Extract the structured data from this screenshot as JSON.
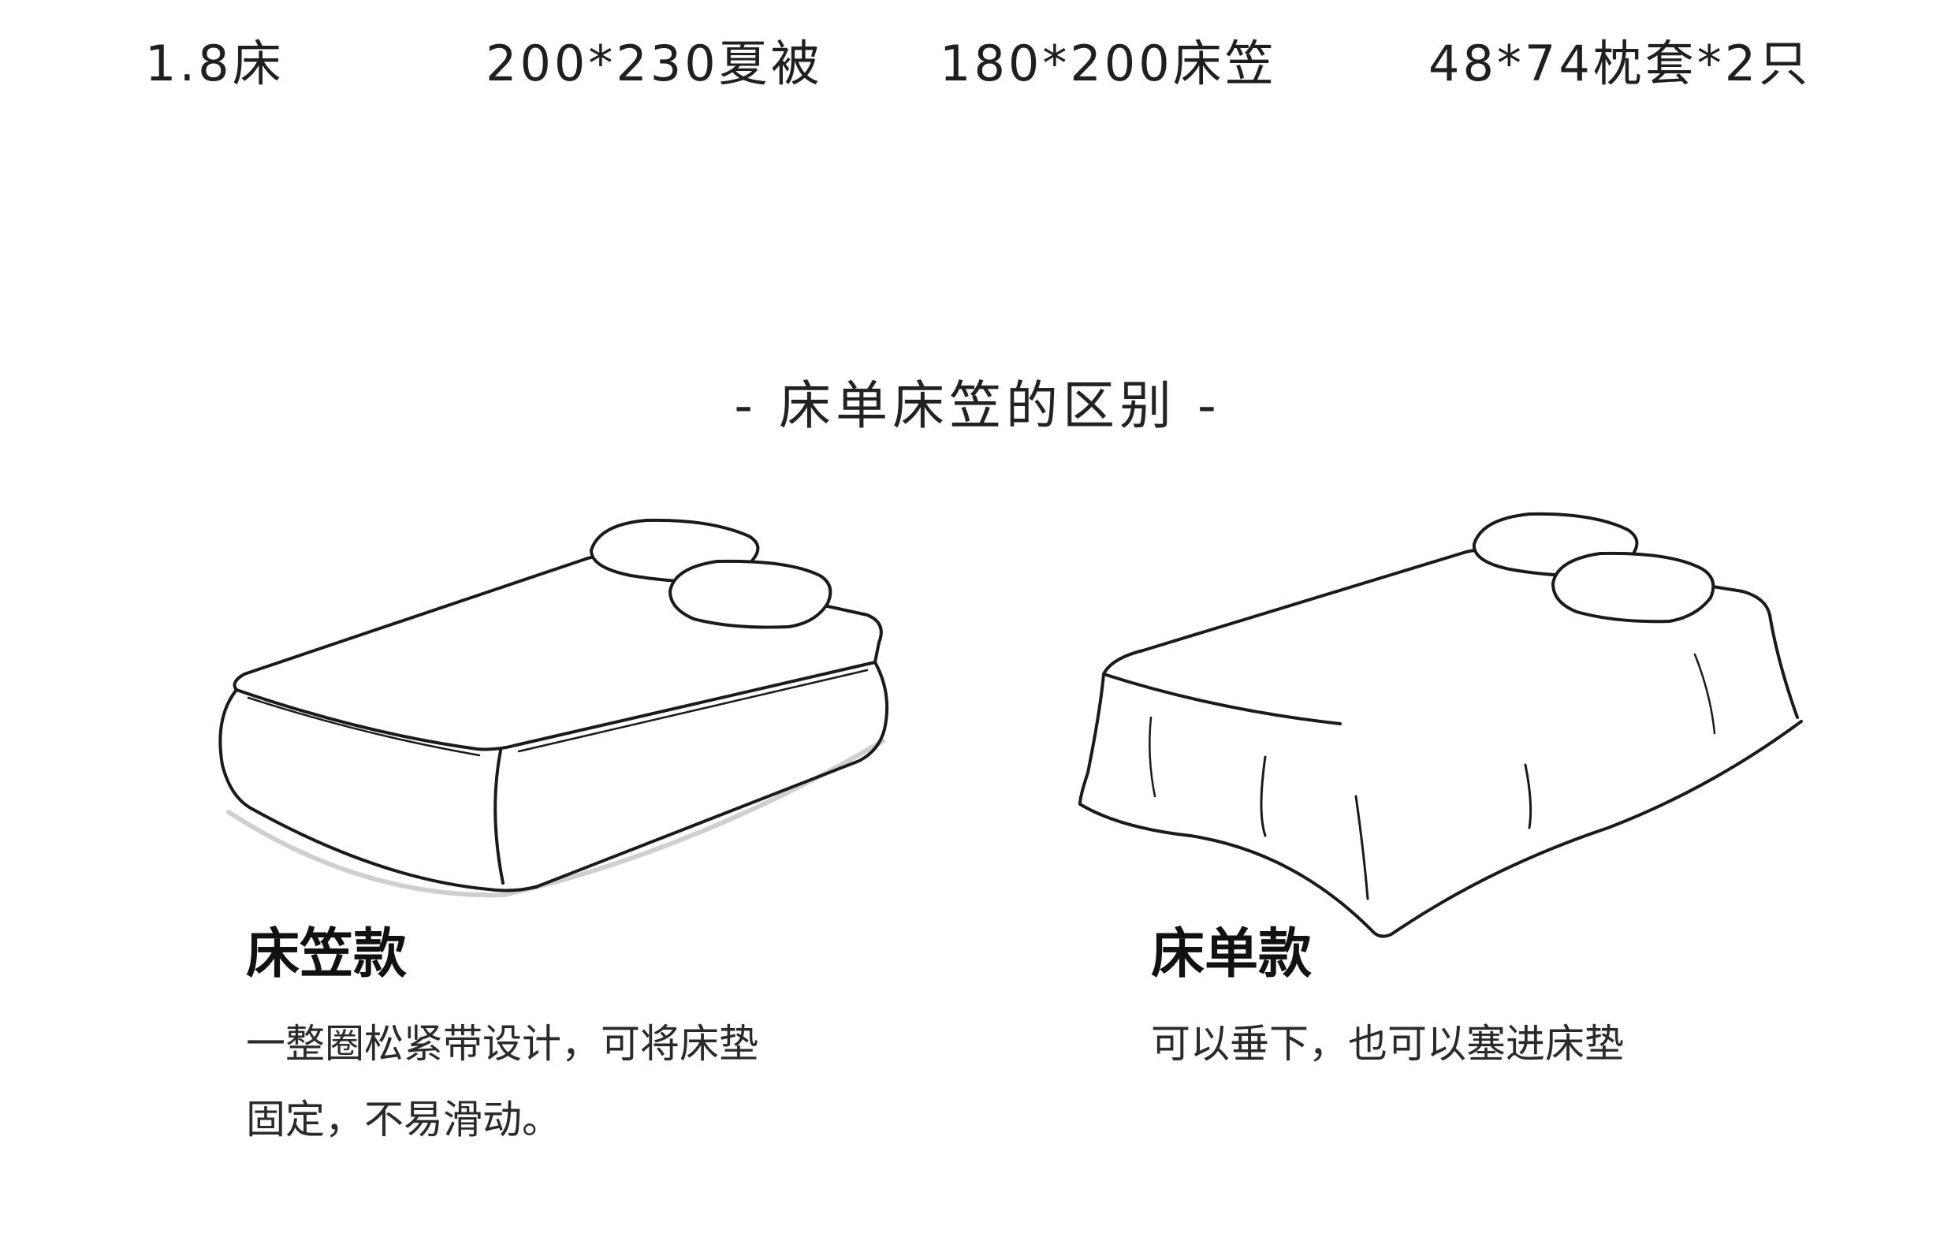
{
  "sizes": [
    {
      "text": "1.8床"
    },
    {
      "text": "200*230夏被"
    },
    {
      "text": "180*200床笠"
    },
    {
      "text": "48*74枕套*2只"
    }
  ],
  "section_title": "- 床单床笠的区别 -",
  "fitted": {
    "title": "床笠款",
    "desc_lines": [
      "一整圈松紧带设计，可将床垫",
      "固定，不易滑动。"
    ]
  },
  "flat": {
    "title": "床单款",
    "desc_lines": [
      "可以垂下，也可以塞进床垫"
    ]
  },
  "colors": {
    "text": "#1e1e1e",
    "line_art": "#1a1a1a",
    "background": "#ffffff"
  }
}
